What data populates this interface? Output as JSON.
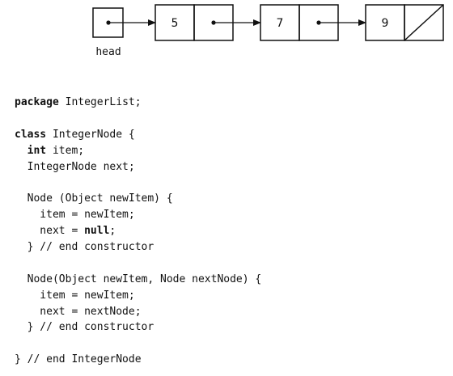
{
  "diagram": {
    "head_label": "head",
    "nodes": [
      {
        "value": "5"
      },
      {
        "value": "7"
      },
      {
        "value": "9",
        "next": "null"
      }
    ]
  },
  "code": {
    "lines": [
      [
        {
          "t": "package",
          "kw": true
        },
        {
          "t": " IntegerList;"
        }
      ],
      [],
      [
        {
          "t": "class",
          "kw": true
        },
        {
          "t": " IntegerNode {"
        }
      ],
      [
        {
          "t": "  "
        },
        {
          "t": "int",
          "kw": true
        },
        {
          "t": " item;"
        }
      ],
      [
        {
          "t": "  IntegerNode next;"
        }
      ],
      [],
      [
        {
          "t": "  Node (Object newItem) {"
        }
      ],
      [
        {
          "t": "    item = newItem;"
        }
      ],
      [
        {
          "t": "    next = "
        },
        {
          "t": "null",
          "kw": true
        },
        {
          "t": ";"
        }
      ],
      [
        {
          "t": "  } // end constructor"
        }
      ],
      [],
      [
        {
          "t": "  Node(Object newItem, Node nextNode) {"
        }
      ],
      [
        {
          "t": "    item = newItem;"
        }
      ],
      [
        {
          "t": "    next = nextNode;"
        }
      ],
      [
        {
          "t": "  } // end constructor"
        }
      ],
      [],
      [
        {
          "t": "} // end IntegerNode"
        }
      ]
    ]
  },
  "colors": {
    "stroke": "#111111",
    "text": "#111111",
    "background": "#ffffff"
  }
}
